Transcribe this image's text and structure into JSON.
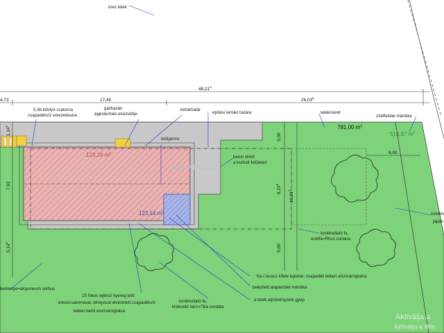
{
  "labels": {
    "ures_telek": "üres telek",
    "lefolyo": "5 db lefolyó csatorna",
    "lefolyo2": "csapadékvíz elvezetésére",
    "gazkazan": "gázkazán",
    "egestermek": "égéstermék elvezetője",
    "birtokhatar": "birtokhatár",
    "epitesi_hatar": "építési terület határa",
    "telekmeret": "telekméret",
    "zoldfelulet": "zöldfelület mértéke",
    "tetogerinc": "tetőgerinc",
    "beton_terko": "beton térkő",
    "beton_terko2": "a burkolt felületen",
    "lombhullato_r1": "lombhull",
    "lombhullato_r2": "japán",
    "ecetfa1": "lombhullató fa,",
    "ecetfa2": "ecetfa=Rhus coriaria",
    "terasz": "fsz-i terasz kifele lejtetve, csapadék telken elszivárogtatva",
    "beepitett": "beépített alapterület mértéke",
    "gyep": "a telek aljnövényzete gyep",
    "hars1": "lombhullató fa,",
    "hars2": "kislevelű hárs=Tilia cordata",
    "nyereg1": "25 fokos lejtésű nyereg tető",
    "nyereg2": "ereszcsatornával, lefolyóval elvezetett csapadékvíz",
    "nyereg3": "telken belül elszivárogtatva",
    "berkenye": "berkenye=alcyoneum sorbus"
  },
  "dims": {
    "total": "48,21",
    "total_sup": "5",
    "left": "4,73",
    "mid": "17,45",
    "right": "26,03",
    "right_sup": "5",
    "v300": "3,00",
    "v821": "8,21",
    "v821_sup": "5",
    "v1621": "16,21",
    "v1621_sup": "5",
    "v500": "5,00",
    "v792": "7,92",
    "v514": "5,14",
    "v514_sup": "5",
    "v114": "1,14",
    "v114_sup": "5",
    "h600": "6,00"
  },
  "areas": {
    "telek_val": "781,00 m",
    "zold_val": "516,97 m",
    "epulet_val": "123,20 m",
    "beepitett_val": "123,14 m",
    "sq": "2"
  },
  "watermark": {
    "line1": "Aktiválja a",
    "line2": "Aktiválja a Win",
    "mark": "DUNA HOUSE"
  },
  "colors": {
    "lawn": "#7ed27a",
    "paving": "#c8c8c8",
    "building": "#e8b4b4",
    "hatch": "#d06a6a",
    "terrace": "#a8b6e6",
    "blue_line": "#2233cc",
    "gutter": "#f4d03f"
  }
}
